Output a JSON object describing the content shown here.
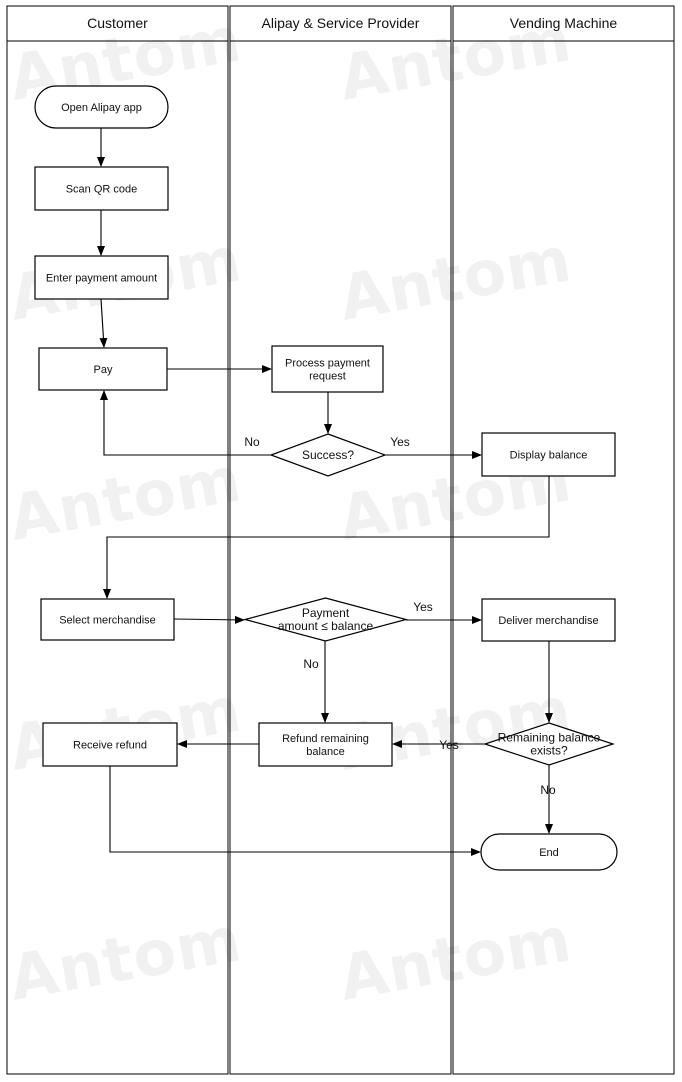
{
  "watermark": "Antom",
  "lanes": [
    {
      "id": "customer",
      "title": "Customer"
    },
    {
      "id": "alipay",
      "title": "Alipay & Service Provider"
    },
    {
      "id": "vending",
      "title": "Vending Machine"
    }
  ],
  "nodes": {
    "open_app": {
      "type": "terminal",
      "lines": [
        "Open Alipay app"
      ]
    },
    "scan_qr": {
      "type": "process",
      "lines": [
        "Scan QR code"
      ]
    },
    "enter_amount": {
      "type": "process",
      "lines": [
        "Enter payment amount"
      ]
    },
    "pay": {
      "type": "process",
      "lines": [
        "Pay"
      ]
    },
    "process_request": {
      "type": "process",
      "lines": [
        "Process payment",
        "request"
      ]
    },
    "success": {
      "type": "decision",
      "lines": [
        "Success?"
      ]
    },
    "display_balance": {
      "type": "process",
      "lines": [
        "Display balance"
      ]
    },
    "select_merch": {
      "type": "process",
      "lines": [
        "Select merchandise"
      ]
    },
    "payment_check": {
      "type": "decision",
      "lines": [
        "Payment",
        "amount ≤ balance"
      ]
    },
    "deliver_merch": {
      "type": "process",
      "lines": [
        "Deliver merchandise"
      ]
    },
    "remaining_check": {
      "type": "decision",
      "lines": [
        "Remaining balance",
        "exists?"
      ]
    },
    "refund_remaining": {
      "type": "process",
      "lines": [
        "Refund remaining",
        "balance"
      ]
    },
    "receive_refund": {
      "type": "process",
      "lines": [
        "Receive refund"
      ]
    },
    "end": {
      "type": "terminal",
      "lines": [
        "End"
      ]
    }
  },
  "edges": [
    {
      "from": "open_app",
      "to": "scan_qr",
      "label": ""
    },
    {
      "from": "scan_qr",
      "to": "enter_amount",
      "label": ""
    },
    {
      "from": "enter_amount",
      "to": "pay",
      "label": ""
    },
    {
      "from": "pay",
      "to": "process_request",
      "label": ""
    },
    {
      "from": "process_request",
      "to": "success",
      "label": ""
    },
    {
      "from": "success",
      "to": "pay",
      "label": "No"
    },
    {
      "from": "success",
      "to": "display_balance",
      "label": "Yes"
    },
    {
      "from": "display_balance",
      "to": "select_merch",
      "label": ""
    },
    {
      "from": "select_merch",
      "to": "payment_check",
      "label": ""
    },
    {
      "from": "payment_check",
      "to": "deliver_merch",
      "label": "Yes"
    },
    {
      "from": "payment_check",
      "to": "refund_remaining",
      "label": "No"
    },
    {
      "from": "deliver_merch",
      "to": "remaining_check",
      "label": ""
    },
    {
      "from": "remaining_check",
      "to": "refund_remaining",
      "label": "Yes"
    },
    {
      "from": "remaining_check",
      "to": "end",
      "label": "No"
    },
    {
      "from": "refund_remaining",
      "to": "receive_refund",
      "label": ""
    },
    {
      "from": "receive_refund",
      "to": "end",
      "label": ""
    }
  ]
}
